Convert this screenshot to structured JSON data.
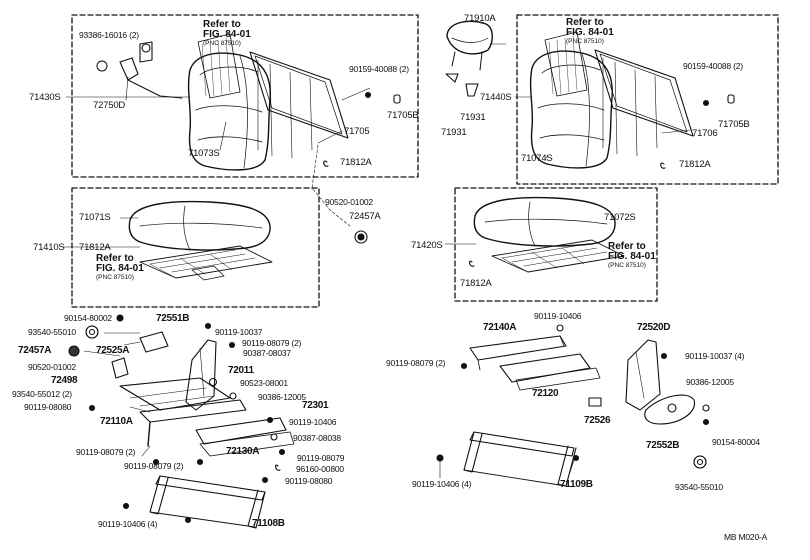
{
  "refer": {
    "line1": "Refer to",
    "line2": "FIG. 84-01",
    "line3": "(PNC 87510)"
  },
  "labels": {
    "l93386": "93386-16016 (2)",
    "l71430S": "71430S",
    "l72750D": "72750D",
    "l90159a": "90159-40088 (2)",
    "l71705Ba": "71705B",
    "l71705": "71705",
    "l71073S": "71073S",
    "l71812Aa": "71812A",
    "l90520a": "90520-01002",
    "l72457Aa": "72457A",
    "l71910A": "71910A",
    "l71440S": "71440S",
    "l71931a": "71931",
    "l71931b": "71931",
    "l90159b": "90159-40088 (2)",
    "l71705Bb": "71705B",
    "l71706": "71706",
    "l71074S": "71074S",
    "l71812Ab": "71812A",
    "l71071S": "71071S",
    "l71410S": "71410S",
    "l71812Ac": "71812A",
    "l71072S": "71072S",
    "l71420S": "71420S",
    "l71812Ad": "71812A",
    "l90154": "90154-80002",
    "l72551B": "72551B",
    "l93540a": "93540-55010",
    "l90119_10037a": "90119-10037",
    "l90119_08079a": "90119-08079 (2)",
    "l72457Ab": "72457A",
    "l72525A": "72525A",
    "l90387a": "90387-08037",
    "l90520b": "90520-01002",
    "l72011": "72011",
    "l72498": "72498",
    "l90523": "90523-08001",
    "l93540b": "93540-55012 (2)",
    "l90119_08080a": "90119-08080",
    "l90386a": "90386-12005",
    "l72301": "72301",
    "l72110A": "72110A",
    "l90119_10406a": "90119-10406",
    "l90387b": "90387-08038",
    "l90119_08079b": "90119-08079 (2)",
    "l72130A": "72130A",
    "l90119_08079c": "90119-08079",
    "l90119_08079d": "90119-08079 (2)",
    "l96160": "96160-00800",
    "l90119_08080b": "90119-08080",
    "l90119_10406b": "90119-10406 (4)",
    "l71108B": "71108B",
    "l72140A": "72140A",
    "l90119_10406c": "90119-10406",
    "l72520D": "72520D",
    "l90119_08079e": "90119-08079 (2)",
    "l90119_10037b": "90119-10037 (4)",
    "l72120": "72120",
    "l90386b": "90386-12005",
    "l72526": "72526",
    "l90154b": "90154-80004",
    "l72552B": "72552B",
    "l93540c": "93540-55010",
    "l90119_10406d": "90119-10406 (4)",
    "l71109B": "71109B",
    "code": "MB  M020-A"
  }
}
